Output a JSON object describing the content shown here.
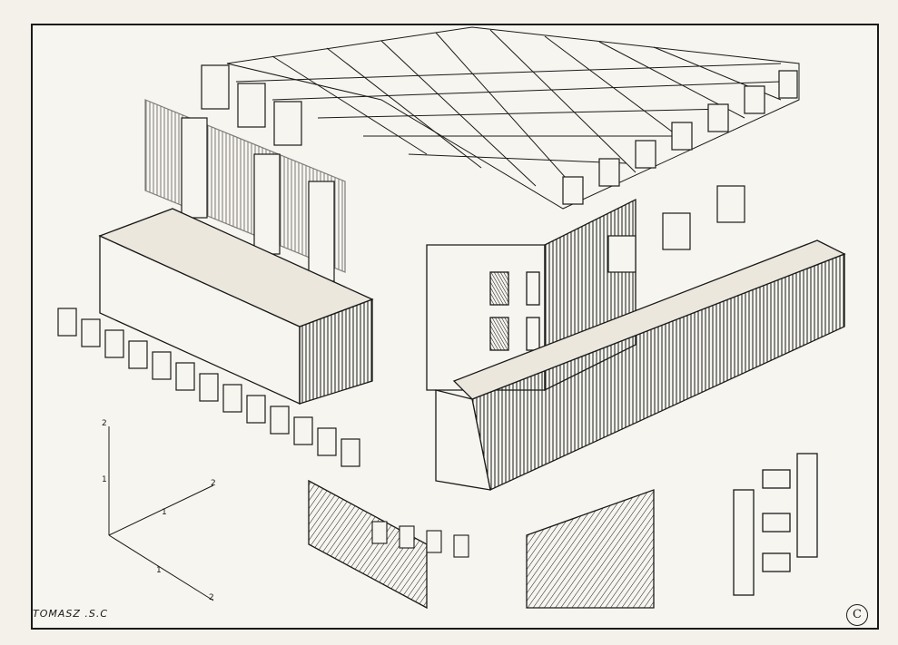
{
  "plate": {
    "engraver_credit": "TOMASZ .S.C",
    "monogram": "C"
  },
  "scale_axes": {
    "vertical_ticks": [
      "2",
      "1"
    ],
    "diagonal_right_ticks": [
      "1",
      "2"
    ],
    "diagonal_left_ticks": [
      "1",
      "2"
    ]
  },
  "colors": {
    "ink": "#1a1a1a",
    "paper": "#f7f5ef",
    "shade": "#3a3a3a"
  }
}
